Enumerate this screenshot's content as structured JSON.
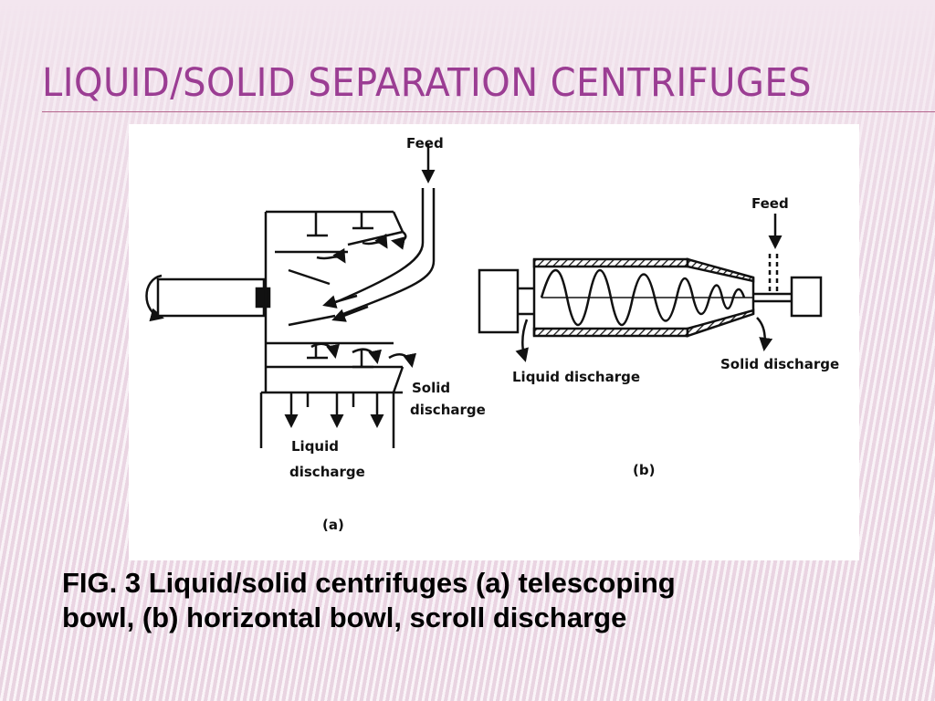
{
  "slide": {
    "title": "Liquid/Solid Separation Centrifuges",
    "title_color": "#9b3d93",
    "rule_color": "#b4648c",
    "background_color": "#f3e6ef"
  },
  "figure": {
    "panel_a": {
      "feed_label": "Feed",
      "solid_discharge_label_line1": "Solid",
      "solid_discharge_label_line2": "discharge",
      "liquid_discharge_label_line1": "Liquid",
      "liquid_discharge_label_line2": "discharge",
      "panel_label": "(a)"
    },
    "panel_b": {
      "feed_label": "Feed",
      "liquid_discharge_label": "Liquid discharge",
      "solid_discharge_label": "Solid discharge",
      "panel_label": "(b)"
    }
  },
  "caption": {
    "line1": "FIG. 3 Liquid/solid centrifuges (a) telescoping",
    "line2": "bowl, (b) horizontal bowl, scroll discharge"
  }
}
